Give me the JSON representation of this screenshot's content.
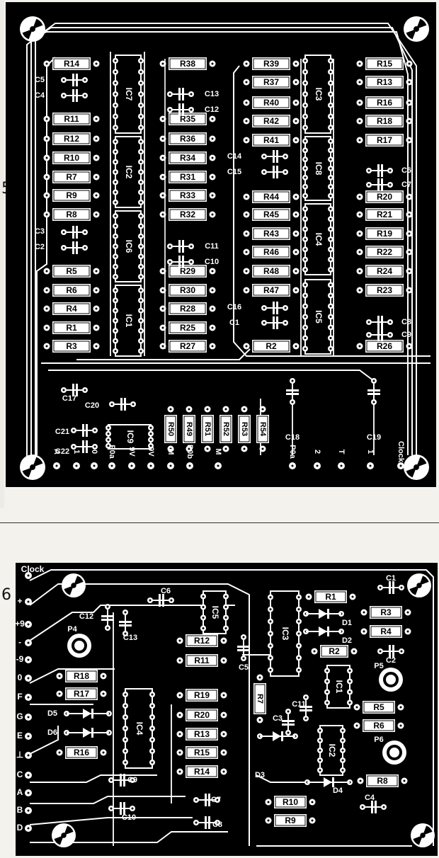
{
  "figures": [
    {
      "number": "5",
      "components": [
        "R14",
        "R38",
        "R39",
        "R15",
        "C5",
        "C4",
        "C13",
        "C12",
        "R37",
        "R13",
        "R40",
        "R16",
        "R42",
        "R18",
        "R11",
        "R35",
        "R12",
        "R36",
        "R41",
        "R17",
        "R10",
        "R34",
        "C14",
        "C15",
        "C6",
        "C7",
        "R7",
        "R31",
        "R9",
        "R33",
        "R44",
        "R20",
        "R8",
        "R32",
        "R45",
        "R21",
        "C3",
        "C2",
        "C11",
        "C10",
        "R43",
        "R19",
        "R46",
        "R22",
        "R5",
        "R29",
        "R48",
        "R24",
        "R6",
        "R30",
        "R47",
        "R23",
        "R4",
        "R28",
        "C16",
        "C1",
        "C8",
        "C9",
        "R1",
        "R25",
        "R3",
        "R27",
        "R2",
        "R26",
        "C17",
        "C20",
        "C21",
        "C22",
        "IC9",
        "R50",
        "R49",
        "R51",
        "R52",
        "R53",
        "R54",
        "C18",
        "C19"
      ],
      "ics": [
        "IC7",
        "IC3",
        "IC2",
        "IC8",
        "IC6",
        "IC4",
        "IC1",
        "IC5",
        "IC9"
      ],
      "connectors": [
        "A",
        "1",
        "0",
        "P0a",
        "9V",
        "9V",
        "M",
        "P0b",
        "M",
        "P0a",
        "2",
        "T",
        "1",
        "Clock"
      ]
    },
    {
      "number": "6",
      "components": [
        "C6",
        "R1",
        "C1",
        "C12",
        "IC5",
        "IC3",
        "R3",
        "D1",
        "R4",
        "P4",
        "C13",
        "R12",
        "D2",
        "R2",
        "C2",
        "R11",
        "C5",
        "IC1",
        "P5",
        "R18",
        "R7",
        "R17",
        "C11",
        "R5",
        "D5",
        "R19",
        "C3",
        "R6",
        "D6",
        "R20",
        "IC4",
        "IC2",
        "P6",
        "R13",
        "R16",
        "R15",
        "D3",
        "D4",
        "R8",
        "R14",
        "C9",
        "R10",
        "C4",
        "C7",
        "C10",
        "R9",
        "C8"
      ],
      "connectors": [
        "Clock",
        "+",
        "+9",
        "-",
        "-9",
        "0",
        "F",
        "G",
        "E",
        "⊥",
        "C",
        "A",
        "B",
        "D"
      ]
    }
  ]
}
